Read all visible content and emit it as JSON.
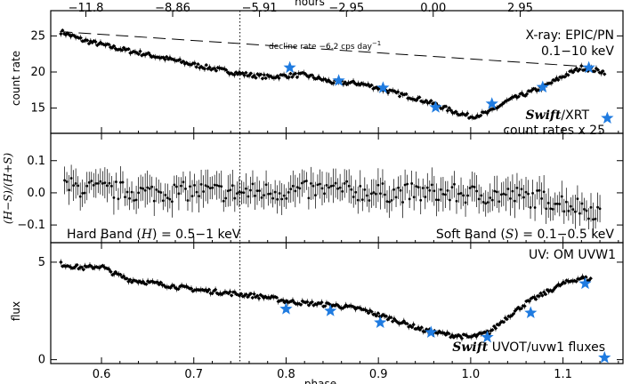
{
  "chart_data": {
    "type": "scatter",
    "top_axis": {
      "label": "hours",
      "tick_labels": [
        "−11.8",
        "−8.86",
        "−5.91",
        "−2.95",
        "0.00",
        "2.95"
      ],
      "tick_phase": [
        0.5831,
        0.6771,
        0.7712,
        0.8654,
        0.9594,
        1.0536
      ]
    },
    "x_axis": {
      "label": "phase",
      "range": [
        0.545,
        1.165
      ],
      "ticks": [
        0.6,
        0.7,
        0.8,
        0.9,
        1.0,
        1.1
      ],
      "tick_labels": [
        "0.6",
        "0.7",
        "0.8",
        "0.9",
        "1.0",
        "1.1"
      ]
    },
    "vertical_marker_phase": 0.75,
    "panels": [
      {
        "id": "count_rate",
        "ylabel": "count rate",
        "ylim": [
          11.5,
          28.5
        ],
        "yticks": [
          15,
          20,
          25
        ],
        "ytick_labels": [
          "15",
          "20",
          "25"
        ],
        "title_line1": "X-ray: EPIC/PN",
        "title_line2": "0.1−10 keV",
        "decline_text": "decline rate −6.2 cps day",
        "decline_sup": "−1",
        "decline_line": {
          "x": [
            0.555,
            1.13
          ],
          "y": [
            25.6,
            20.7
          ]
        },
        "swift_label": "Swift",
        "swift_suffix": "/XRT",
        "scale_note": "count rates x 25",
        "series": [
          {
            "name": "EPIC/PN",
            "style": "black-diamond",
            "x": [
              0.556,
              0.58,
              0.6,
              0.62,
              0.65,
              0.68,
              0.7,
              0.72,
              0.74,
              0.76,
              0.78,
              0.8,
              0.82,
              0.85,
              0.88,
              0.9,
              0.92,
              0.94,
              0.96,
              0.98,
              1.0,
              1.02,
              1.04,
              1.06,
              1.08,
              1.1,
              1.12,
              1.145
            ],
            "y": [
              25.6,
              24.4,
              23.8,
              23.2,
              22.4,
              21.6,
              21.0,
              20.5,
              20.0,
              19.6,
              19.3,
              19.5,
              19.6,
              18.6,
              18.4,
              17.8,
              17.0,
              16.4,
              15.6,
              14.6,
              13.8,
              14.4,
              16.0,
              17.0,
              18.0,
              19.4,
              20.6,
              20.0
            ]
          },
          {
            "name": "Swift/XRT",
            "style": "blue-star",
            "x": [
              0.804,
              0.857,
              0.905,
              0.962,
              1.023,
              1.078,
              1.128,
              1.148
            ],
            "y": [
              20.6,
              18.8,
              17.8,
              15.1,
              15.6,
              17.9,
              20.6,
              13.6
            ]
          }
        ]
      },
      {
        "id": "hardness",
        "ylabel": "(H−S)/(H+S)",
        "ylim": [
          -0.155,
          0.185
        ],
        "yticks": [
          -0.1,
          0.0,
          0.1
        ],
        "ytick_labels": [
          "−0.1",
          "0.0",
          "0.1"
        ],
        "hard_band_label": "Hard Band (",
        "hard_band_sym": "H",
        "hard_band_value": ") = 0.5−1 keV",
        "soft_band_label": "Soft Band (",
        "soft_band_sym": "S",
        "soft_band_value": ") = 0.1−0.5 keV",
        "series": [
          {
            "name": "hardness ratio",
            "style": "black-errorbar",
            "x": [
              0.56,
              0.6,
              0.65,
              0.7,
              0.75,
              0.8,
              0.85,
              0.9,
              0.95,
              1.0,
              1.05,
              1.1,
              1.14
            ],
            "y": [
              0.02,
              0.01,
              0.0,
              0.005,
              0.0,
              0.005,
              0.01,
              0.0,
              0.0,
              -0.005,
              -0.01,
              -0.03,
              -0.06
            ],
            "err": 0.045
          }
        ]
      },
      {
        "id": "uv_flux",
        "ylabel": "flux",
        "ylim": [
          -0.2,
          6.0
        ],
        "yticks": [
          0,
          5
        ],
        "ytick_labels": [
          "0",
          "5"
        ],
        "title": "UV: OM UVW1",
        "swift_label": "Swift",
        "swift_suffix": " UVOT/uvw1 fluxes",
        "series": [
          {
            "name": "OM UVW1",
            "style": "black-diamond",
            "x": [
              0.556,
              0.58,
              0.6,
              0.61,
              0.63,
              0.66,
              0.7,
              0.74,
              0.78,
              0.8,
              0.82,
              0.85,
              0.88,
              0.9,
              0.92,
              0.95,
              0.98,
              1.0,
              1.02,
              1.04,
              1.06,
              1.08,
              1.1,
              1.12,
              1.13
            ],
            "y": [
              4.9,
              4.7,
              4.8,
              4.5,
              4.1,
              3.9,
              3.6,
              3.4,
              3.2,
              3.0,
              2.9,
              2.8,
              2.6,
              2.3,
              2.0,
              1.5,
              1.25,
              1.15,
              1.4,
              2.2,
              2.9,
              3.4,
              3.9,
              4.2,
              4.1
            ]
          },
          {
            "name": "Swift UVOT/uvw1",
            "style": "blue-star",
            "x": [
              0.8,
              0.848,
              0.902,
              0.957,
              1.018,
              1.065,
              1.124,
              1.145
            ],
            "y": [
              2.6,
              2.5,
              1.9,
              1.4,
              1.15,
              2.4,
              3.9,
              0.1
            ]
          }
        ]
      }
    ]
  },
  "colors": {
    "data": "#000000",
    "swift": "#1f7be0",
    "axes": "#000000",
    "background": "#ffffff"
  }
}
